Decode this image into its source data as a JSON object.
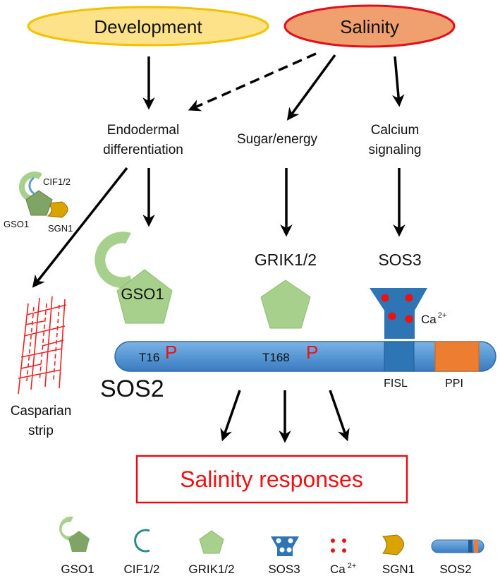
{
  "top": {
    "development": "Development",
    "salinity": "Salinity"
  },
  "middle": {
    "endo_line1": "Endodermal",
    "endo_line2": "differentiation",
    "sugar": "Sugar/energy",
    "calcium_line1": "Calcium",
    "calcium_line2": "signaling"
  },
  "complex": {
    "cif": "CIF1/2",
    "gso": "GSO1",
    "sgn": "SGN1"
  },
  "proteins": {
    "grik": "GRIK1/2",
    "sos3": "SOS3",
    "gso1": "GSO1",
    "ca": "Ca",
    "ca_sup": "2+"
  },
  "sos2": {
    "name": "SOS2",
    "t16": "T16",
    "t168": "T168",
    "phospho": "P",
    "fisl": "FISL",
    "ppi": "PPI"
  },
  "casparian": {
    "line1": "Casparian",
    "line2": "strip"
  },
  "responses": "Salinity responses",
  "legend": [
    {
      "icon": "gso1-icon",
      "label": "GSO1"
    },
    {
      "icon": "cif-icon",
      "label": "CIF1/2"
    },
    {
      "icon": "grik-icon",
      "label": "GRIK1/2"
    },
    {
      "icon": "sos3-icon",
      "label": "SOS3"
    },
    {
      "icon": "calcium-icon",
      "label": "Ca",
      "sup": "2+"
    },
    {
      "icon": "sgn1-icon",
      "label": "SGN1"
    },
    {
      "icon": "sos2-icon",
      "label": "SOS2"
    }
  ],
  "colors": {
    "development_fill": "#fde28a",
    "development_stroke": "#f2c200",
    "salinity_fill": "#f0a06e",
    "salinity_stroke": "#e0101a",
    "protein_green": "#a8d08d",
    "sos2_blue": "#5b9bd5",
    "sos3_blue": "#2e75b6",
    "ppi_orange": "#ed7d31",
    "phospho_red": "#ee1111",
    "casparian_red": "#ee2222"
  }
}
